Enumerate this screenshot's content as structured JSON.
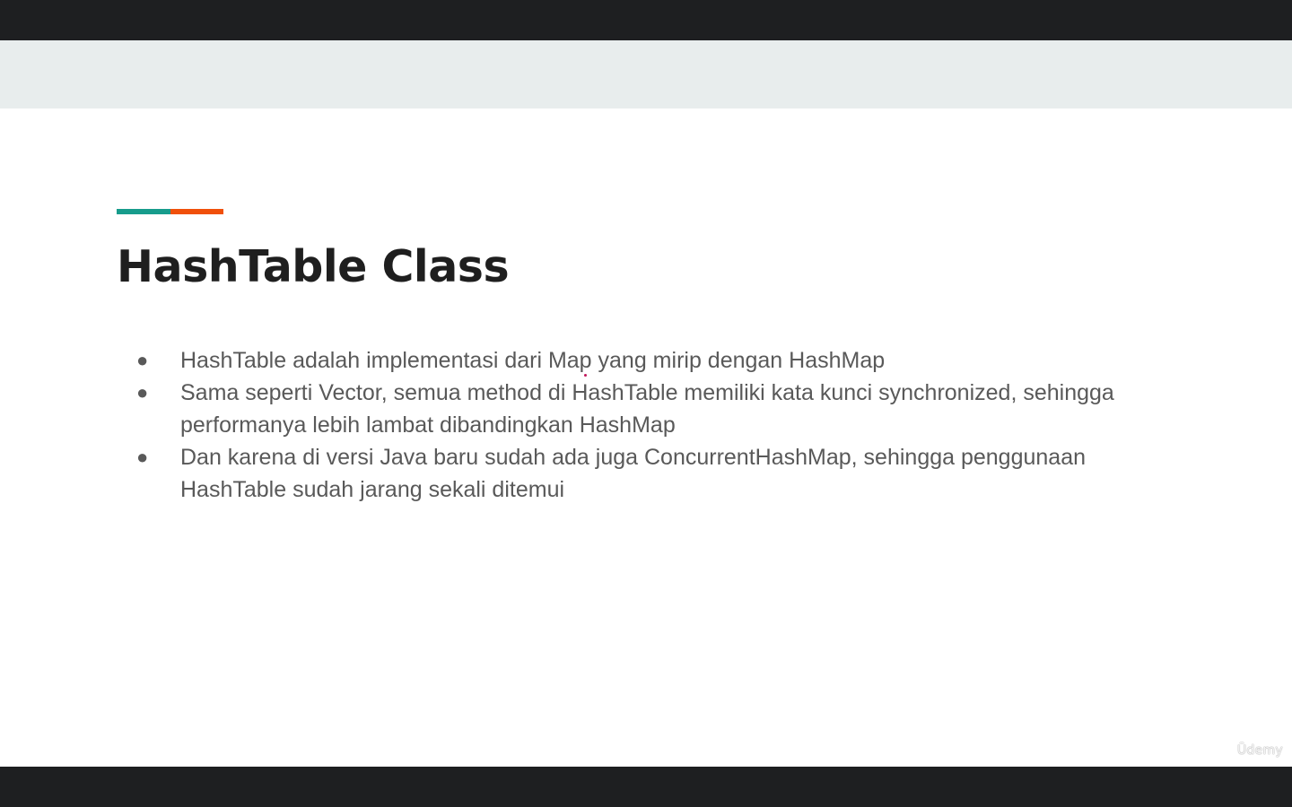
{
  "slide": {
    "title": "HashTable Class",
    "bullets": [
      "HashTable adalah implementasi dari Map yang mirip dengan HashMap",
      "Sama seperti Vector, semua method di HashTable memiliki kata kunci synchronized, sehingga performanya lebih lambat dibandingkan HashMap",
      "Dan karena di versi Java baru sudah ada juga ConcurrentHashMap, sehingga penggunaan HashTable sudah jarang sekali ditemui"
    ],
    "bullet_symbol": "●",
    "watermark": "Ūdemy"
  },
  "colors": {
    "accent_teal": "#179c8c",
    "accent_orange": "#f0500a",
    "title": "#1f1f1f",
    "body_text": "#595959",
    "bullet": "#595959"
  }
}
